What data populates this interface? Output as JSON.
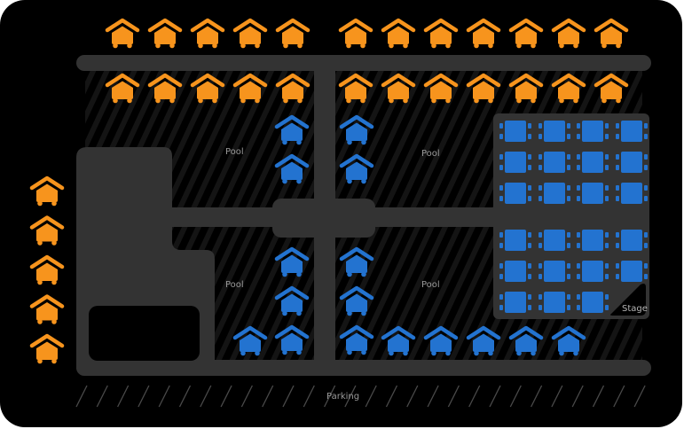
{
  "map": {
    "title": "Resort site map",
    "colors": {
      "background": "#000000",
      "road": "#333333",
      "stripe": "#141414",
      "cabin_standard": "#f7941d",
      "cabin_premium": "#2373d0",
      "parking_line": "#4a4a4a",
      "label": "#9a9a9a"
    },
    "labels": {
      "pool_nw": "Pool",
      "pool_ne": "Pool",
      "pool_sw": "Pool",
      "pool_se": "Pool",
      "stage": "Stage",
      "parking": "Parking"
    },
    "legend_icons": {
      "cabin": "house-icon",
      "table": "table-with-chairs-icon"
    },
    "cabins": {
      "top_row_outer_left": {
        "color": "orange",
        "count": 5
      },
      "top_row_outer_right": {
        "color": "orange",
        "count": 7
      },
      "top_row_inner_left": {
        "color": "orange",
        "count": 5
      },
      "top_row_inner_right": {
        "color": "orange",
        "count": 7
      },
      "west_column": {
        "color": "orange",
        "count": 5
      },
      "center_left_upper": {
        "color": "blue",
        "count": 2
      },
      "center_right_upper": {
        "color": "blue",
        "count": 2
      },
      "center_left_lower": {
        "color": "blue",
        "count": 3
      },
      "center_right_lower": {
        "color": "blue",
        "count": 3
      },
      "bottom_left": {
        "color": "blue",
        "count": 1
      },
      "bottom_right": {
        "color": "blue",
        "count": 5
      }
    },
    "seating": {
      "rows": 6,
      "columns": 4,
      "tables_total": 23,
      "tables_per_row": [
        4,
        4,
        4,
        4,
        4,
        3
      ]
    },
    "parking_spaces": 28
  }
}
